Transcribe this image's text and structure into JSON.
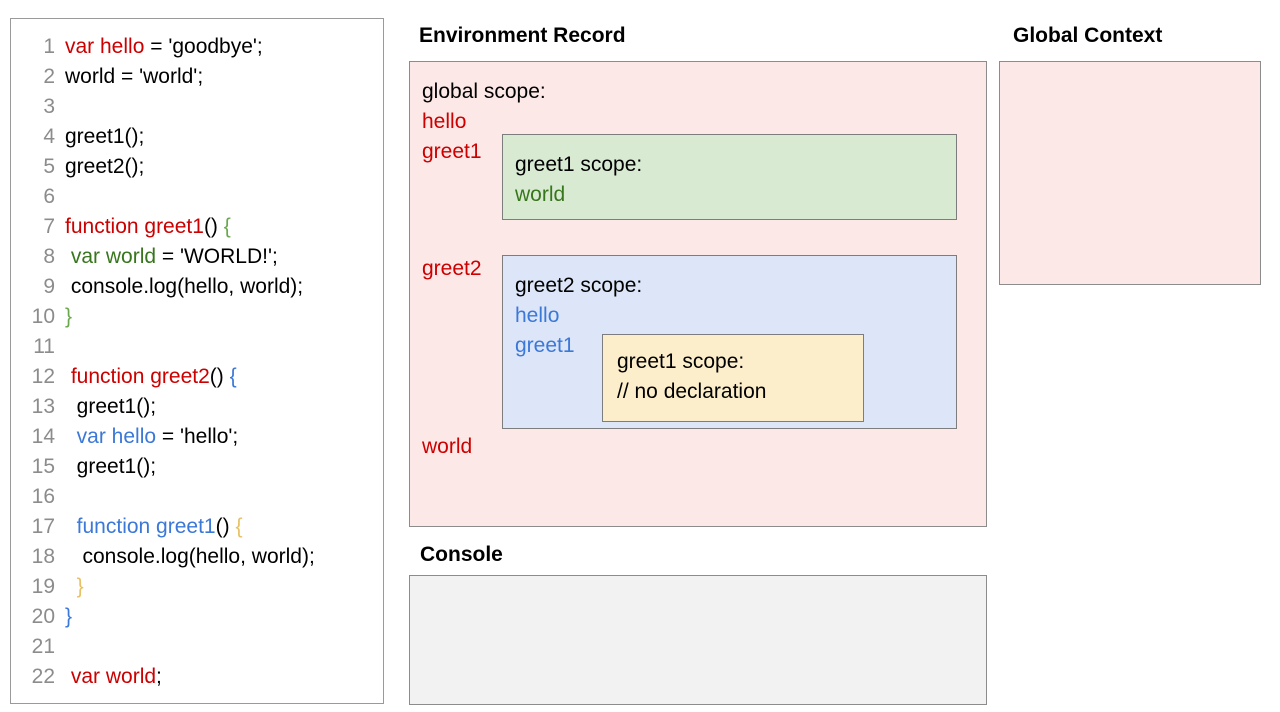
{
  "code_panel": {
    "lines": [
      {
        "num": "1",
        "segments": [
          {
            "t": "var hello",
            "c": "red"
          },
          {
            "t": " = 'goodbye';",
            "c": "black"
          }
        ]
      },
      {
        "num": "2",
        "segments": [
          {
            "t": "world = 'world';",
            "c": "black"
          }
        ]
      },
      {
        "num": "3",
        "segments": [
          {
            "t": "",
            "c": "black"
          }
        ]
      },
      {
        "num": "4",
        "segments": [
          {
            "t": "greet1();",
            "c": "black"
          }
        ]
      },
      {
        "num": "5",
        "segments": [
          {
            "t": "greet2();",
            "c": "black"
          }
        ]
      },
      {
        "num": "6",
        "segments": [
          {
            "t": "",
            "c": "black"
          }
        ]
      },
      {
        "num": "7",
        "segments": [
          {
            "t": "function greet1",
            "c": "red"
          },
          {
            "t": "() ",
            "c": "black"
          },
          {
            "t": "{",
            "c": "brace-green"
          }
        ]
      },
      {
        "num": "8",
        "segments": [
          {
            "t": " ",
            "c": "black"
          },
          {
            "t": "var world",
            "c": "green"
          },
          {
            "t": " = 'WORLD!';",
            "c": "black"
          }
        ]
      },
      {
        "num": "9",
        "segments": [
          {
            "t": " console.log(hello, world);",
            "c": "black"
          }
        ]
      },
      {
        "num": "10",
        "segments": [
          {
            "t": "}",
            "c": "brace-green"
          }
        ]
      },
      {
        "num": "11",
        "segments": [
          {
            "t": "",
            "c": "black"
          }
        ]
      },
      {
        "num": "12",
        "segments": [
          {
            "t": " ",
            "c": "black"
          },
          {
            "t": "function greet2",
            "c": "red"
          },
          {
            "t": "() ",
            "c": "black"
          },
          {
            "t": "{",
            "c": "blue"
          }
        ]
      },
      {
        "num": "13",
        "segments": [
          {
            "t": "  greet1();",
            "c": "black"
          }
        ]
      },
      {
        "num": "14",
        "segments": [
          {
            "t": "  ",
            "c": "black"
          },
          {
            "t": "var hello",
            "c": "blue"
          },
          {
            "t": " = 'hello';",
            "c": "black"
          }
        ]
      },
      {
        "num": "15",
        "segments": [
          {
            "t": "  greet1();",
            "c": "black"
          }
        ]
      },
      {
        "num": "16",
        "segments": [
          {
            "t": "",
            "c": "black"
          }
        ]
      },
      {
        "num": "17",
        "segments": [
          {
            "t": "  ",
            "c": "black"
          },
          {
            "t": "function greet1",
            "c": "blue"
          },
          {
            "t": "() ",
            "c": "black"
          },
          {
            "t": "{",
            "c": "orange"
          }
        ]
      },
      {
        "num": "18",
        "segments": [
          {
            "t": "   console.log(hello, world);",
            "c": "black"
          }
        ]
      },
      {
        "num": "19",
        "segments": [
          {
            "t": "  ",
            "c": "black"
          },
          {
            "t": "}",
            "c": "orange"
          }
        ]
      },
      {
        "num": "20",
        "segments": [
          {
            "t": "}",
            "c": "blue"
          }
        ]
      },
      {
        "num": "21",
        "segments": [
          {
            "t": "",
            "c": "black"
          }
        ]
      },
      {
        "num": "22",
        "segments": [
          {
            "t": " ",
            "c": "black"
          },
          {
            "t": "var world",
            "c": "red"
          },
          {
            "t": ";",
            "c": "black"
          }
        ]
      }
    ]
  },
  "environment_record": {
    "title": "Environment Record",
    "global_scope": {
      "heading": "global scope:",
      "var_hello": "hello",
      "var_greet1": "greet1",
      "var_greet2": "greet2",
      "var_world": "world"
    },
    "greet1_scope": {
      "heading": "greet1 scope:",
      "var_world": "world"
    },
    "greet2_scope": {
      "heading": "greet2 scope:",
      "var_hello": "hello",
      "var_greet1": "greet1",
      "nested_greet1_scope": {
        "heading": "greet1 scope:",
        "note": "// no declaration"
      }
    }
  },
  "global_context": {
    "title": "Global Context",
    "content": ""
  },
  "console": {
    "title": "Console",
    "output": ""
  },
  "colors": {
    "pink_box": "#fce8e6",
    "green_box": "#d9ead3",
    "blue_box": "#dce6f8",
    "yellow_box": "#fceecb",
    "console_box": "#f2f2f2",
    "token_red": "#cc0000",
    "token_green": "#38761d",
    "token_blue": "#3c78d8",
    "token_orange": "#e8c167",
    "line_number": "#8c8c8c",
    "border": "#8c8c8c"
  }
}
